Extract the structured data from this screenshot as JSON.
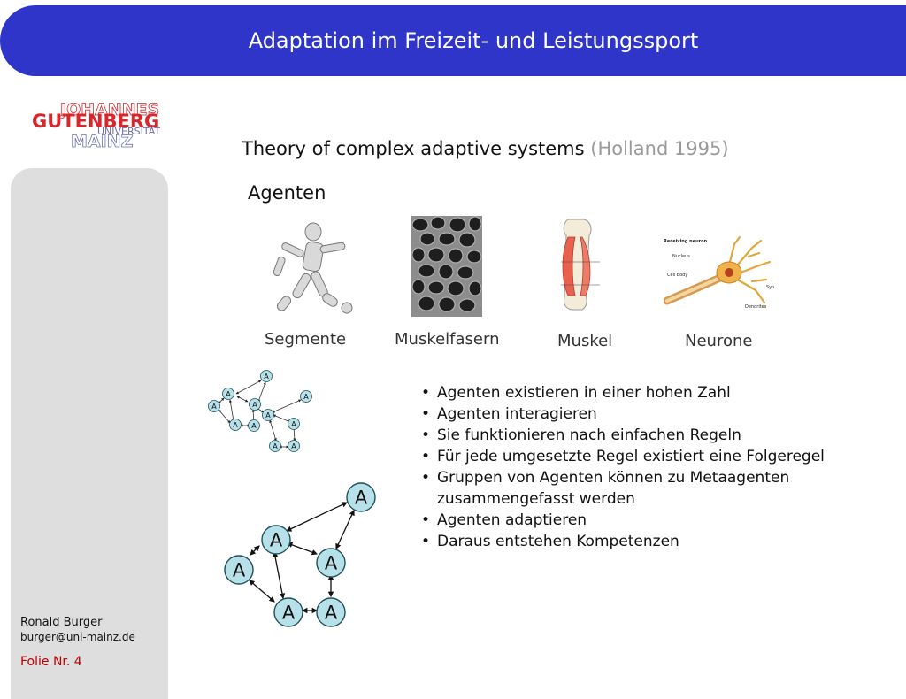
{
  "header": {
    "title": "Adaptation im Freizeit- und Leistungssport"
  },
  "logo": {
    "line1": "JOHANNES",
    "line2": "GUTENBERG",
    "line3": "UNIVERSITÄT",
    "line4": "MAINZ",
    "color_red": "#d8262b",
    "color_blue": "#6d6fb0"
  },
  "slide": {
    "title": "Theory of complex adaptive systems",
    "citation": "(Holland 1995)",
    "agents_heading": "Agenten"
  },
  "images": {
    "segmente": "Segmente",
    "muskelfasern": "Muskelfasern",
    "muskel": "Muskel",
    "neurone": "Neurone",
    "neuron_labels": {
      "receiving": "Receiving neuron",
      "nucleus": "Nucleus",
      "cellbody": "Cell body",
      "dendrites": "Dendrites",
      "syn": "Syn"
    }
  },
  "diagram": {
    "node_label": "A",
    "node_color": "#b8e0e8"
  },
  "bullets": [
    "Agenten existieren in einer hohen Zahl",
    "Agenten interagieren",
    "Sie funktionieren nach einfachen Regeln",
    "Für jede umgesetzte Regel existiert eine Folgeregel",
    "Gruppen von Agenten können zu Metaagenten zusammengefasst werden",
    "Agenten adaptieren",
    "Daraus entstehen Kompetenzen"
  ],
  "footer": {
    "author": "Ronald Burger",
    "email": "burger@uni-mainz.de",
    "folio": "Folie Nr. 4"
  }
}
